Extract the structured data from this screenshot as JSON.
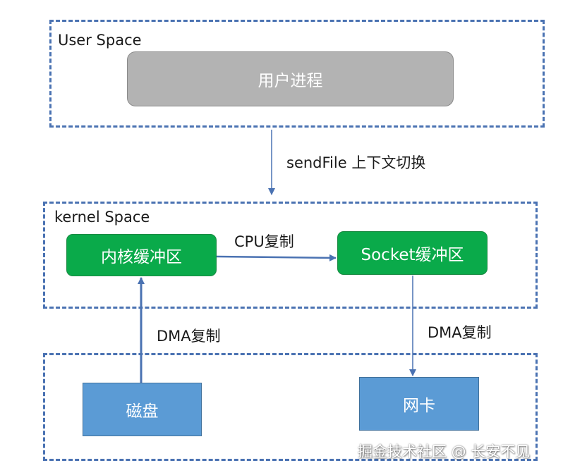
{
  "regions": {
    "user_space": "User Space",
    "kernel_space": "kernel Space"
  },
  "nodes": {
    "user_process": "用户进程",
    "kernel_buffer": "内核缓冲区",
    "socket_buffer": "Socket缓冲区",
    "disk": "磁盘",
    "nic": "网卡"
  },
  "edges": {
    "sendfile_switch": "sendFile 上下文切换",
    "cpu_copy": "CPU复制",
    "dma_copy_in": "DMA复制",
    "dma_copy_out": "DMA复制"
  },
  "watermark": "掘金技术社区 @ 长安不见",
  "colors": {
    "region_border": "#4a72b2",
    "process_fill": "#b3b3b3",
    "buffer_fill": "#0aaa4a",
    "device_fill": "#5b9bd5",
    "arrow": "#4a72b2"
  }
}
